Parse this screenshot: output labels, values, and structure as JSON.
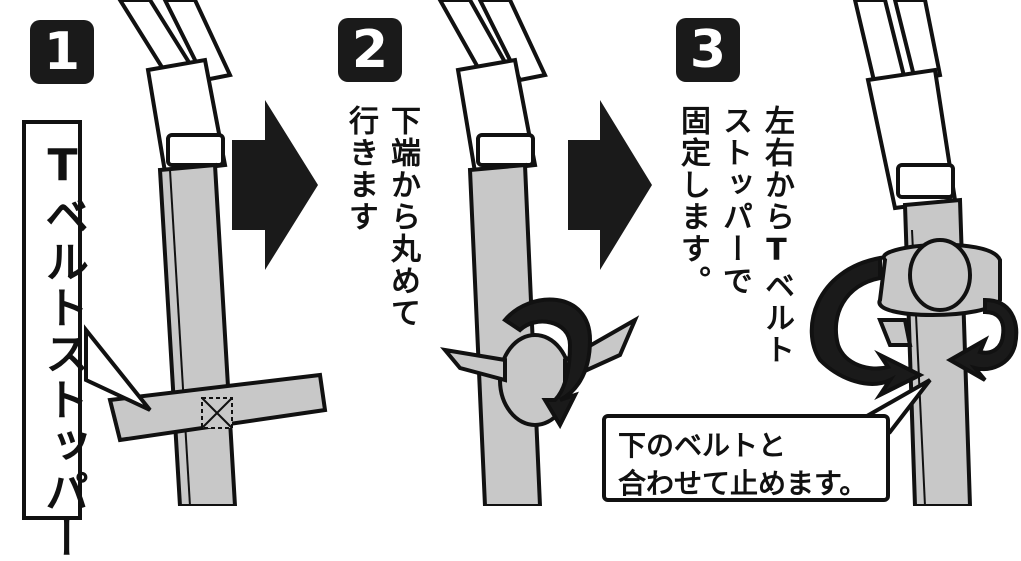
{
  "steps": [
    {
      "number": "1",
      "caption": "Tベルトストッパー"
    },
    {
      "number": "2",
      "caption_col1": "下端から丸めて",
      "caption_col2": "行きます"
    },
    {
      "number": "3",
      "caption_col1": "左右からTベルト",
      "caption_col2": "ストッパーで",
      "caption_col3": "固定します。"
    }
  ],
  "callout": {
    "line1": "下のベルトと",
    "line2": "合わせて止めます。"
  },
  "colors": {
    "ink": "#111111",
    "strap": "#c8c8c8",
    "arrow": "#1a1a1a",
    "white": "#ffffff"
  }
}
